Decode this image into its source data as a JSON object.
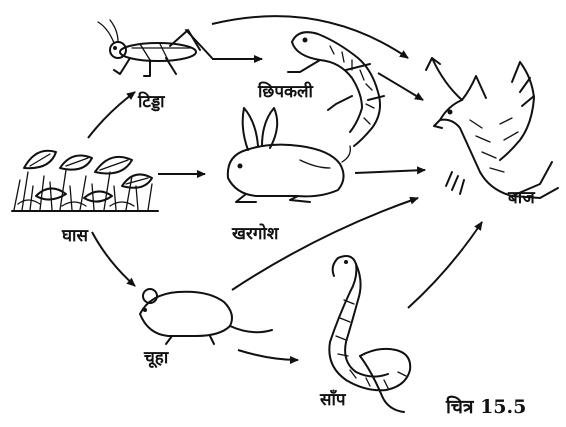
{
  "organisms": {
    "grass": "घास",
    "grasshopper": "टिड्डा",
    "lizard": "छिपकली",
    "rabbit": "खरगोश",
    "hawk": "बाज",
    "rat": "चूहा",
    "snake": "साँप"
  },
  "figure_caption": "चित्र 15.5",
  "food_web_links": [
    [
      "grass",
      "grasshopper"
    ],
    [
      "grass",
      "rabbit"
    ],
    [
      "grass",
      "rat"
    ],
    [
      "grasshopper",
      "lizard"
    ],
    [
      "grasshopper",
      "hawk"
    ],
    [
      "lizard",
      "hawk"
    ],
    [
      "rabbit",
      "hawk"
    ],
    [
      "rat",
      "hawk"
    ],
    [
      "rat",
      "snake"
    ],
    [
      "snake",
      "hawk"
    ]
  ]
}
